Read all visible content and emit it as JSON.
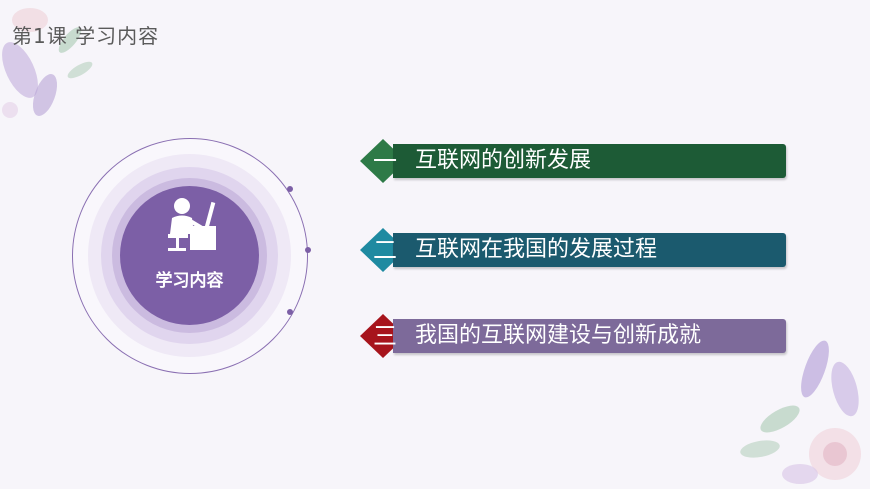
{
  "header": {
    "title": "第1课  学习内容"
  },
  "circle": {
    "label": "学习内容",
    "icon": "person-at-computer-icon"
  },
  "items": [
    {
      "number": "一",
      "text": "互联网的创新发展",
      "color": "#1d5b36",
      "diamond_color": "#2e7a47"
    },
    {
      "number": "二",
      "text": "互联网在我国的发展过程",
      "color": "#1b5a6e",
      "diamond_color": "#1f8aa1"
    },
    {
      "number": "三",
      "text": "我国的互联网建设与创新成就",
      "color": "#7d6a9a",
      "diamond_color": "#a7141c"
    }
  ]
}
